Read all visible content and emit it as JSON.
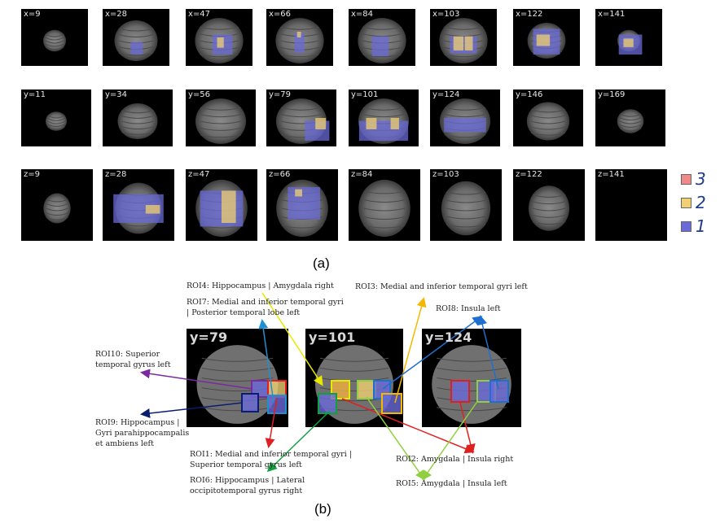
{
  "panel_a": {
    "rows": [
      {
        "labels": [
          "x=9",
          "x=28",
          "x=47",
          "x=66",
          "x=84",
          "x=103",
          "x=122",
          "x=141"
        ]
      },
      {
        "labels": [
          "y=11",
          "y=34",
          "y=56",
          "y=79",
          "y=101",
          "y=124",
          "y=146",
          "y=169"
        ]
      },
      {
        "labels": [
          "z=9",
          "z=28",
          "z=47",
          "z=66",
          "z=84",
          "z=103",
          "z=122",
          "z=141"
        ]
      }
    ],
    "legend": [
      {
        "label": "3",
        "color": "#f08a8a"
      },
      {
        "label": "2",
        "color": "#f0d070"
      },
      {
        "label": "1",
        "color": "#6a6ad8"
      }
    ],
    "caption": "(a)"
  },
  "panel_b": {
    "tiles": [
      "y=79",
      "y=101",
      "y=124"
    ],
    "annotations": {
      "roi4": "ROI4: Hippocampus | Amygdala right",
      "roi7": "ROI7: Medial and inferior temporal gyri\n| Posterior temporal lobe left",
      "roi3": "ROI3: Medial and inferior temporal gyri left",
      "roi8": "ROI8: Insula left",
      "roi10": "ROI10: Superior\ntemporal gyrus left",
      "roi9": "ROI9: Hippocampus |\nGyri parahippocampalis\net ambiens left",
      "roi1": "ROI1: Medial and inferior temporal gyri |\nSuperior temporal gyrus left",
      "roi6": "ROI6: Hippocampus | Lateral\noccipitotemporal gyrus right",
      "roi2": "ROI2: Amygdala | Insula right",
      "roi5": "ROI5: Amygdala | Insula left"
    },
    "caption": "(b)",
    "colors": {
      "roi1": "#e02020",
      "roi2": "#e02020",
      "roi3": "#f5b800",
      "roi4": "#e8e800",
      "roi5": "#90d040",
      "roi6": "#10a040",
      "roi7": "#1e90d0",
      "roi8": "#1e70d0",
      "roi9": "#0a1e70",
      "roi10": "#7a2aa0"
    }
  }
}
